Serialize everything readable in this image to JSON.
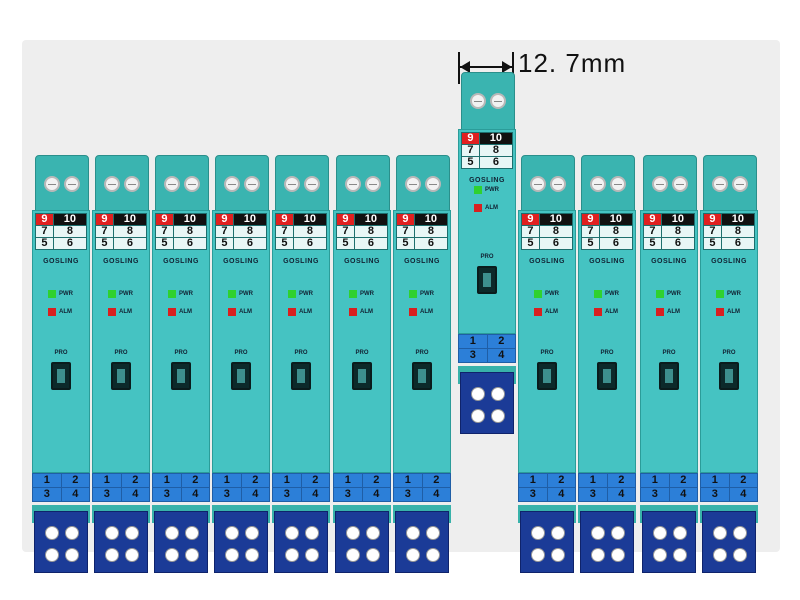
{
  "dimension": {
    "label": "12. 7mm"
  },
  "module_common": {
    "brand": "GOSLING",
    "pwr": "PWR",
    "alm": "ALM",
    "pro": "PRO",
    "top_row": [
      "9",
      "10"
    ],
    "mid_row": [
      "7",
      "8"
    ],
    "low_row": [
      "5",
      "6"
    ],
    "bottom_row1": [
      "1",
      "2"
    ],
    "bottom_row2": [
      "3",
      "4"
    ]
  },
  "colors": {
    "body": "#45c3c2",
    "terminal_red": "#e02020",
    "pwr_led": "#2fd12f",
    "alm_led": "#d82020",
    "base": "#1b3b97",
    "bottom_label": "#2c7fd8"
  },
  "modules": [
    {
      "id": "m1"
    },
    {
      "id": "m2"
    },
    {
      "id": "m3"
    },
    {
      "id": "m4"
    },
    {
      "id": "m5"
    },
    {
      "id": "m6"
    },
    {
      "id": "m7"
    },
    {
      "id": "m8",
      "raised": true
    },
    {
      "id": "m9"
    },
    {
      "id": "m10"
    },
    {
      "id": "m11"
    },
    {
      "id": "m12"
    }
  ]
}
